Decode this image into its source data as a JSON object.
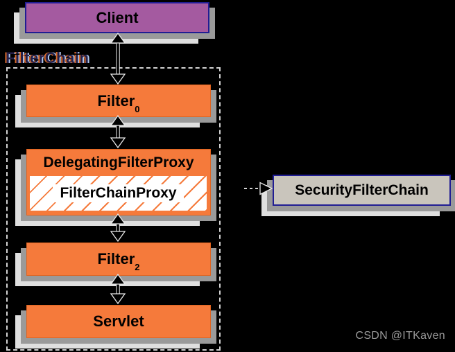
{
  "labels": {
    "filter_chain": "FilterChain"
  },
  "boxes": {
    "client": {
      "label": "Client"
    },
    "filter0": {
      "label": "Filter",
      "sub": "0"
    },
    "delegating_filter_proxy": {
      "label": "DelegatingFilterProxy"
    },
    "filter_chain_proxy": {
      "label": "FilterChainProxy"
    },
    "filter2": {
      "label": "Filter",
      "sub": "2"
    },
    "servlet": {
      "label": "Servlet"
    },
    "security_filter_chain": {
      "label": "SecurityFilterChain"
    }
  },
  "watermark": {
    "text": "CSDN @ITKaven"
  },
  "colors": {
    "background": "#000000",
    "purple": "#A45AA0",
    "navy": "#201D93",
    "orange": "#F57A3B",
    "orange-border": "#E06420",
    "gray-fill": "#C9C5BC",
    "shadow-mid": "#9A9A9A",
    "shadow-light": "#DFDFDF",
    "dash": "#D4D4D4",
    "arrow-fill": "#000000",
    "arrow-outline": "#E8E8E8",
    "label-fill": "#23204A",
    "fringe-left": "#D96A28",
    "fringe-right": "#AFC8EE",
    "text": "#000000",
    "watermark": "#9A9A9A"
  }
}
